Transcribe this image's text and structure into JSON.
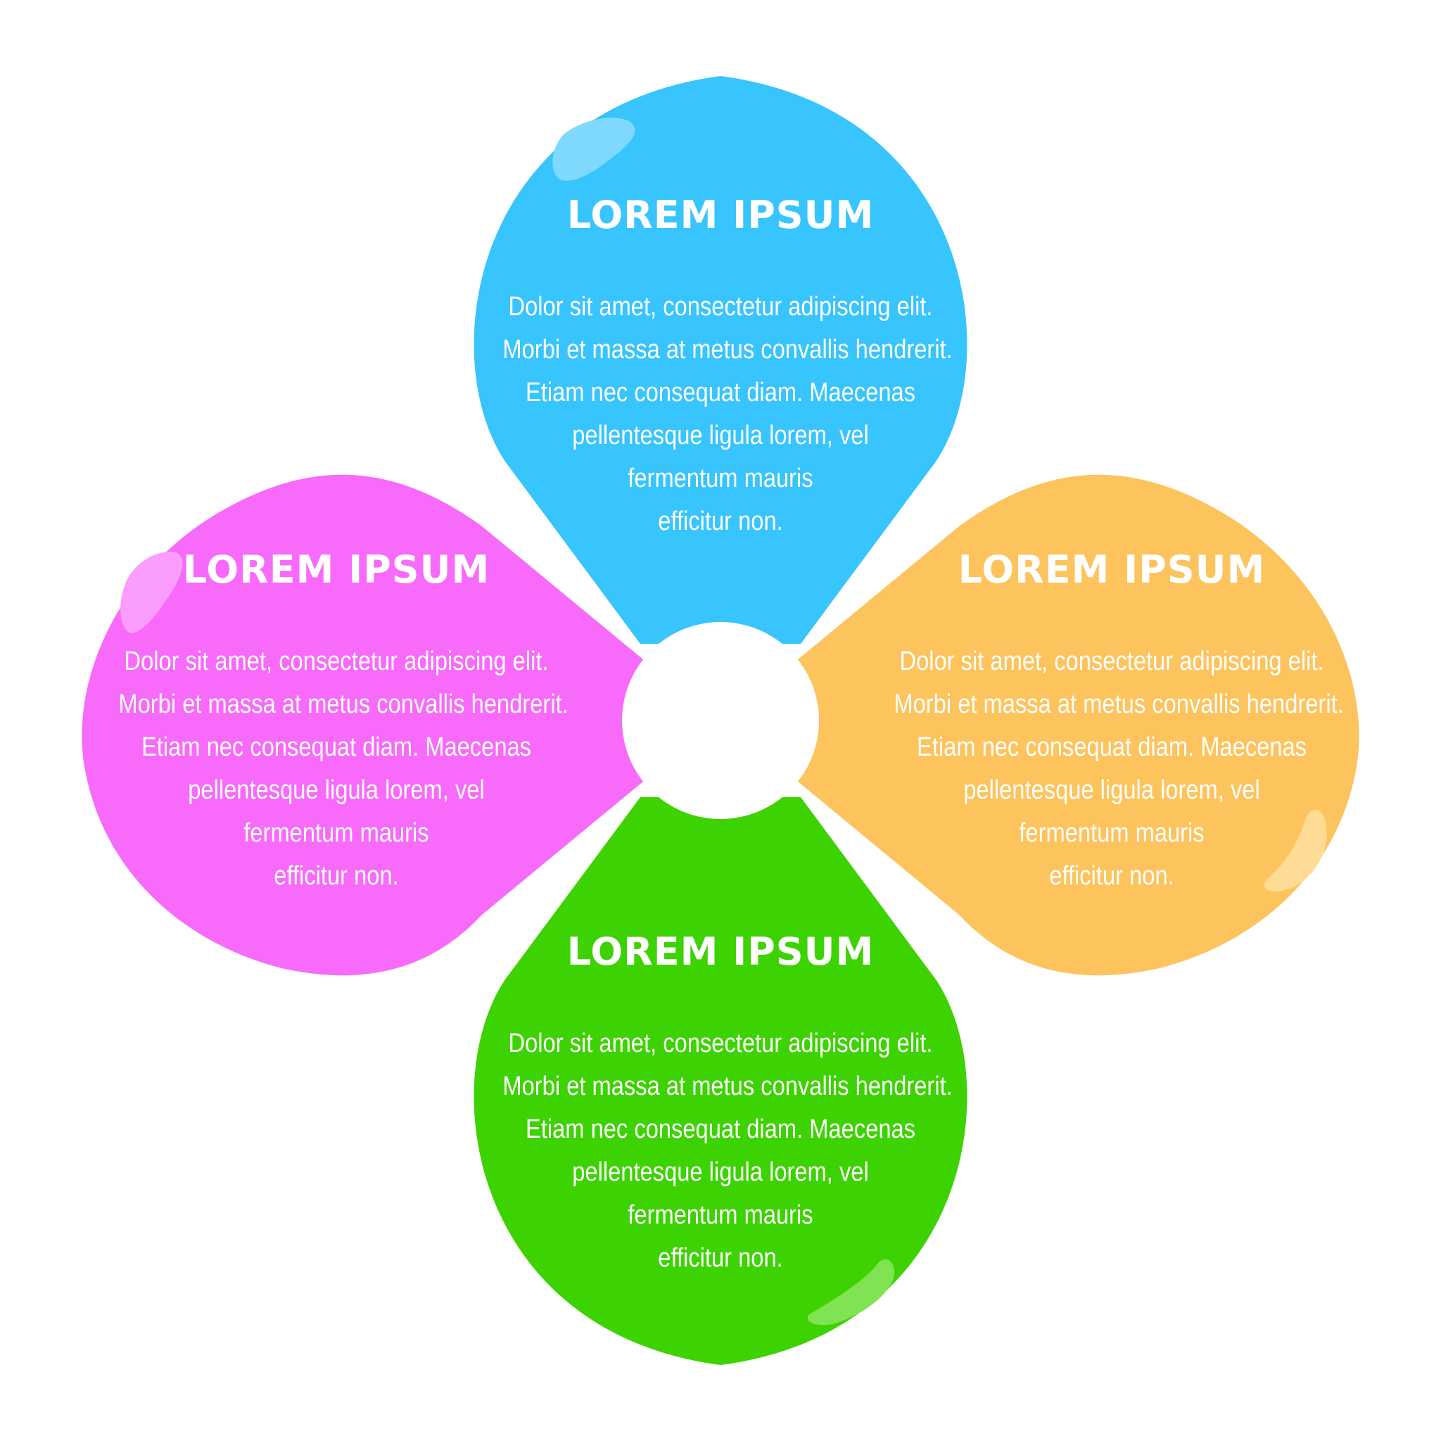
{
  "diagram": {
    "petals": [
      {
        "id": "top",
        "color": "#38c4fd",
        "highlight_color": "#7fd9ff",
        "title": "LOREM IPSUM",
        "body_lines": [
          "Dolor sit amet, consectetur adipiscing elit.",
          "Morbi et massa at metus convallis hendrerit.",
          "Etiam nec consequat diam. Maecenas",
          "pellentesque ligula lorem, vel",
          "fermentum mauris",
          "efficitur non."
        ]
      },
      {
        "id": "left",
        "color": "#f86afa",
        "highlight_color": "#fb9dfc",
        "title": "LOREM IPSUM",
        "body_lines": [
          "Dolor sit amet, consectetur adipiscing elit.",
          "Morbi et massa at metus convallis hendrerit.",
          "Etiam nec consequat diam. Maecenas",
          "pellentesque ligula lorem, vel",
          "fermentum mauris",
          "efficitur non."
        ]
      },
      {
        "id": "right",
        "color": "#fdc35d",
        "highlight_color": "#fedc96",
        "title": "LOREM IPSUM",
        "body_lines": [
          "Dolor sit amet, consectetur adipiscing elit.",
          "Morbi et massa at metus convallis hendrerit.",
          "Etiam nec consequat diam. Maecenas",
          "pellentesque ligula lorem, vel",
          "fermentum mauris",
          "efficitur non."
        ]
      },
      {
        "id": "bottom",
        "color": "#3dd202",
        "highlight_color": "#7fe352",
        "title": "LOREM IPSUM",
        "body_lines": [
          "Dolor sit amet, consectetur adipiscing elit.",
          "Morbi et massa at metus convallis hendrerit.",
          "Etiam nec consequat diam. Maecenas",
          "pellentesque ligula lorem, vel",
          "fermentum mauris",
          "efficitur non."
        ]
      }
    ],
    "center_color": "#ffffff"
  }
}
